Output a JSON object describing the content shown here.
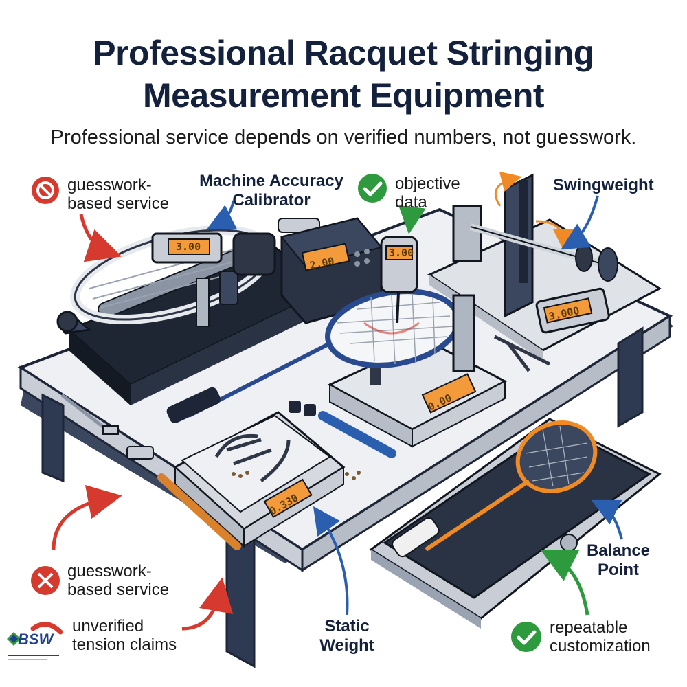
{
  "title": {
    "line1": "Professional Racquet Stringing",
    "line2": "Measurement Equipment"
  },
  "subtitle": "Professional service depends on verified numbers, not guesswork.",
  "labels": {
    "guesswork_top": [
      "guesswork-",
      "based service"
    ],
    "calibrator": [
      "Machine Accuracy",
      "Calibrator"
    ],
    "objective": [
      "objective",
      "data"
    ],
    "swingweight": "Swingweight",
    "guesswork_bottom": [
      "guesswork-",
      "based service"
    ],
    "unverified": [
      "unverified",
      "tension claims"
    ],
    "static_weight": [
      "Static",
      "Weight"
    ],
    "balance_point": [
      "Balance",
      "Point"
    ],
    "repeatable": [
      "repeatable",
      "customization"
    ]
  },
  "displays": {
    "stringer": "3.00",
    "console": "2.00",
    "gauge": "3.00",
    "swingweight": "3.000",
    "center_scale": "0.00",
    "static_scale": "0.330"
  },
  "colors": {
    "title": "#14213d",
    "negative": "#d63a2f",
    "positive": "#2e9a3e",
    "arrow_blue": "#2a5fb0",
    "display": "#f39a3a",
    "machine": "#2f3746",
    "table": "#e9ecef"
  },
  "icons": {
    "no_service": "prohibited-icon",
    "wrong_service": "crossed-tools-icon",
    "check": "check-icon"
  },
  "logo": {
    "text": "BSW"
  }
}
